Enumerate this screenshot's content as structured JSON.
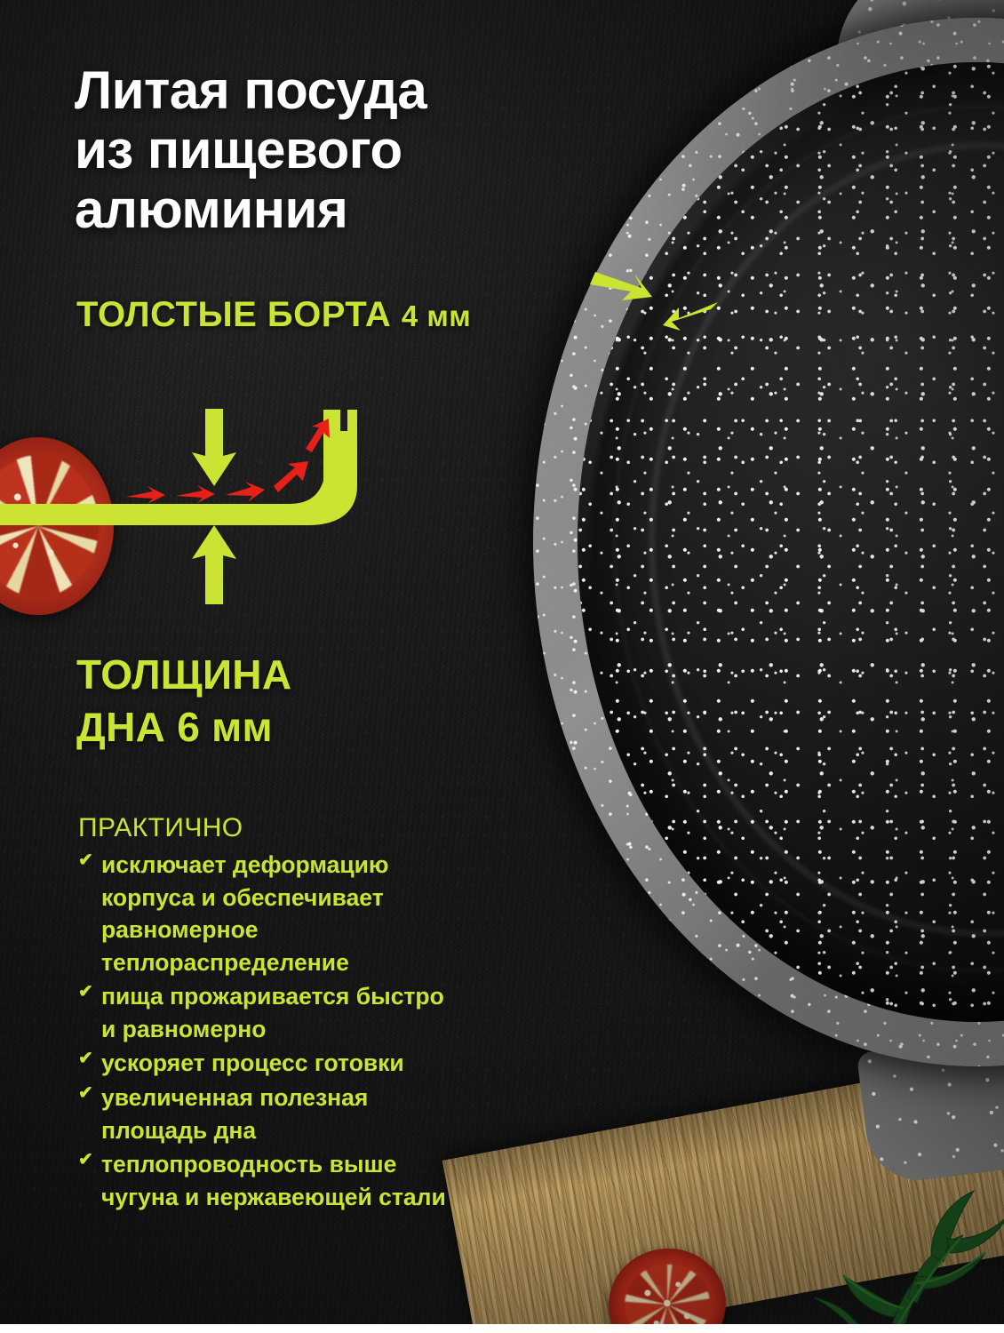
{
  "poster": {
    "headline": "Литая посуда из пищевого алюминия",
    "headline_lines": [
      "Литая посуда",
      "из пищевого",
      "алюминия"
    ],
    "wall_thickness_label": "ТОЛСТЫЕ БОРТА",
    "wall_thickness_value": "4 мм",
    "bottom_thickness_lines": [
      "ТОЛЩИНА",
      "ДНА 6 мм"
    ],
    "bottom_thickness_label": "ТОЛЩИНА ДНА",
    "bottom_thickness_value": "6 мм",
    "practical_heading": "ПРАКТИЧНО",
    "benefits": [
      {
        "check": "✔",
        "text": "исключает деформацию корпуса и обеспечивает равномерное теплораспределение"
      },
      {
        "check": "✔",
        "text": "пища прожаривается быстро и равномерно"
      },
      {
        "check": "✔",
        "text": "ускоряет процесс готовки"
      },
      {
        "check": "✔",
        "text": "увеличенная полезная площадь дна"
      },
      {
        "check": "✔",
        "text": "теплопроводность выше чугуна и нержавеющей стали"
      }
    ]
  },
  "colors": {
    "accent_green": "#cbe332",
    "heat_arrow_red": "#e8201a",
    "headline_white": "#ffffff",
    "background_black": "#171717",
    "pan_rim_grey": "#838383",
    "pan_interior_black": "#1b1b1b",
    "board_wood": "#c9a86a",
    "tomato_red": "#bb2d1b",
    "parsley_green": "#1d5c22"
  },
  "graphics": {
    "pan": "cast-aluminium-frying-pan-marble-coating",
    "diagram": "pan-wall-cross-section-thickness",
    "rim_arrow_top": "arrow-pointing-down-right-at-rim",
    "rim_arrow_bottom": "arrow-pointing-up-left-at-rim",
    "thickness_arrow_up": "arrow-up",
    "thickness_arrow_down": "arrow-down",
    "heat_arrows": "red-heat-flow-arrows",
    "board": "wooden-cutting-board",
    "tomato_left": "tomato-slice",
    "tomato_board": "tomato-slice",
    "herb": "parsley-sprig"
  }
}
